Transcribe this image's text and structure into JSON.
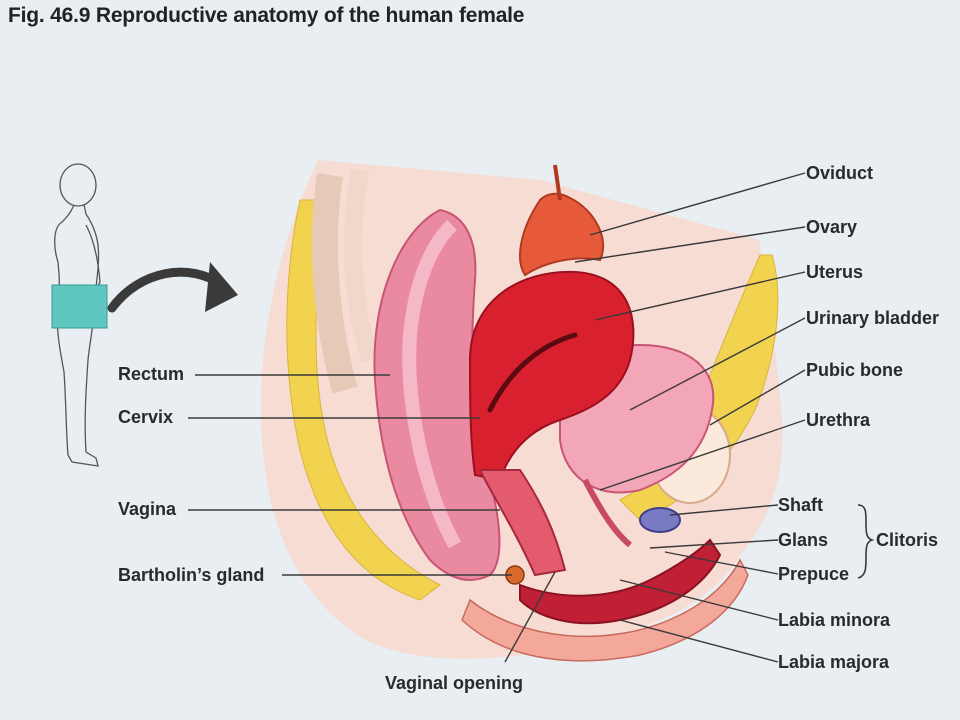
{
  "title": "Fig. 46.9  Reproductive anatomy of the human female",
  "labels_right": {
    "oviduct": "Oviduct",
    "ovary": "Ovary",
    "uterus": "Uterus",
    "urinary_bladder": "Urinary bladder",
    "pubic_bone": "Pubic bone",
    "urethra": "Urethra",
    "shaft": "Shaft",
    "glans": "Glans",
    "prepuce": "Prepuce",
    "clitoris": "Clitoris",
    "labia_minora": "Labia minora",
    "labia_majora": "Labia majora"
  },
  "labels_left": {
    "rectum": "Rectum",
    "cervix": "Cervix",
    "vagina": "Vagina",
    "bartholins_gland": "Bartholin’s gland"
  },
  "labels_bottom": {
    "vaginal_opening": "Vaginal opening"
  },
  "colors": {
    "background": "#e8eef1",
    "body_fill": "#f6dcd3",
    "fat": "#f2d34f",
    "uterus": "#d8202f",
    "rectum": "#e98aa0",
    "bladder": "#f2a6b8",
    "inset_box": "#5fc6c0",
    "arrow": "#3a3a3a"
  }
}
